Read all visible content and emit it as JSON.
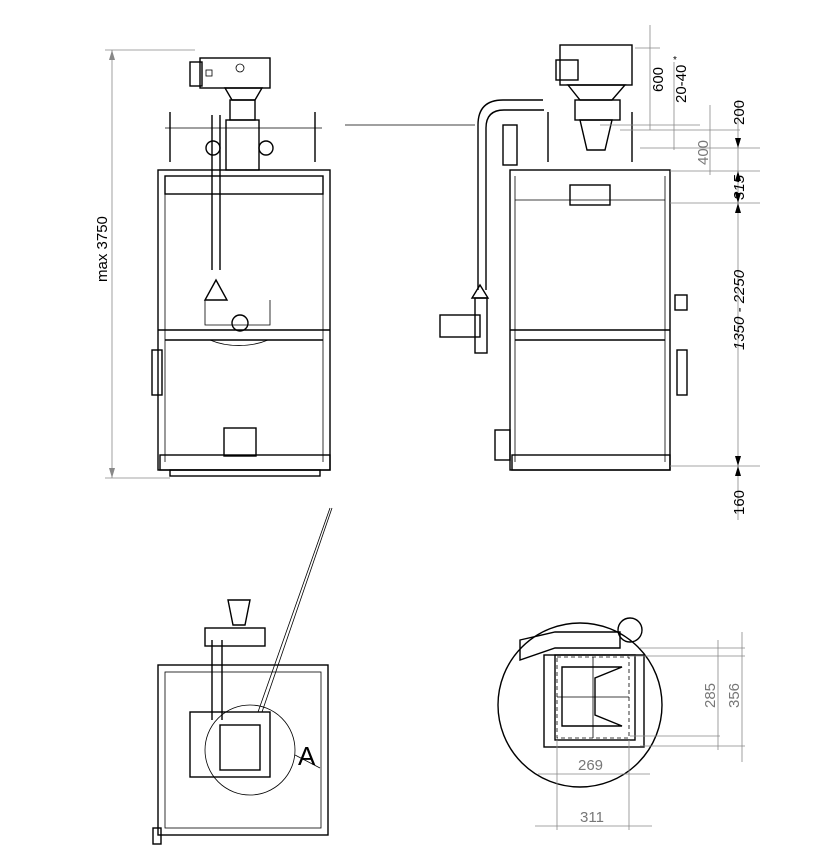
{
  "drawing": {
    "front_view": {
      "height_label": "max 3750"
    },
    "side_view": {
      "dimensions": {
        "top_hopper": "600",
        "gap": "20-40",
        "gap_note": "*",
        "hook_height": "200",
        "hopper_to_frame": "400",
        "frame_top": "315",
        "fill_range": "1350 - 2250",
        "bottom": "160"
      }
    },
    "top_view": {
      "detail_marker": "A"
    },
    "detail_a": {
      "inner_height": "285",
      "outer_height": "356",
      "inner_width": "269",
      "outer_width": "311"
    }
  }
}
